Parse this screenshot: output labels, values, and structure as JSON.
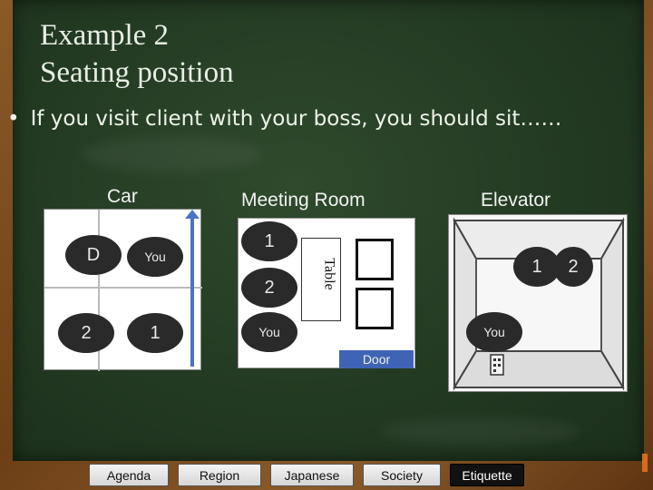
{
  "slide": {
    "title_line1": "Example 2",
    "title_line2": "Seating position",
    "bullet": "If you visit client with your boss, you should sit……",
    "bullet_symbol": "•"
  },
  "car": {
    "label": "Car",
    "seats": {
      "front_left": "D",
      "front_right": "You",
      "back_left": "2",
      "back_right": "1"
    }
  },
  "meeting_room": {
    "label": "Meeting Room",
    "table_label": "Table",
    "seats": {
      "top": "1",
      "middle": "2",
      "bottom": "You"
    },
    "door_label": "Door"
  },
  "elevator": {
    "label": "Elevator",
    "positions": {
      "first": "1",
      "second": "2",
      "you": "You"
    }
  },
  "nav": {
    "tabs": [
      "Agenda",
      "Region",
      "Japanese",
      "Society",
      "Etiquette"
    ],
    "active_tab": "Etiquette"
  },
  "colors": {
    "chalkboard": "#233a22",
    "frame_wood": "#7a4a1e",
    "arrow_blue": "#4a73c8",
    "door_blue": "#3f63b5",
    "seat_dark": "#2a2a2a"
  }
}
